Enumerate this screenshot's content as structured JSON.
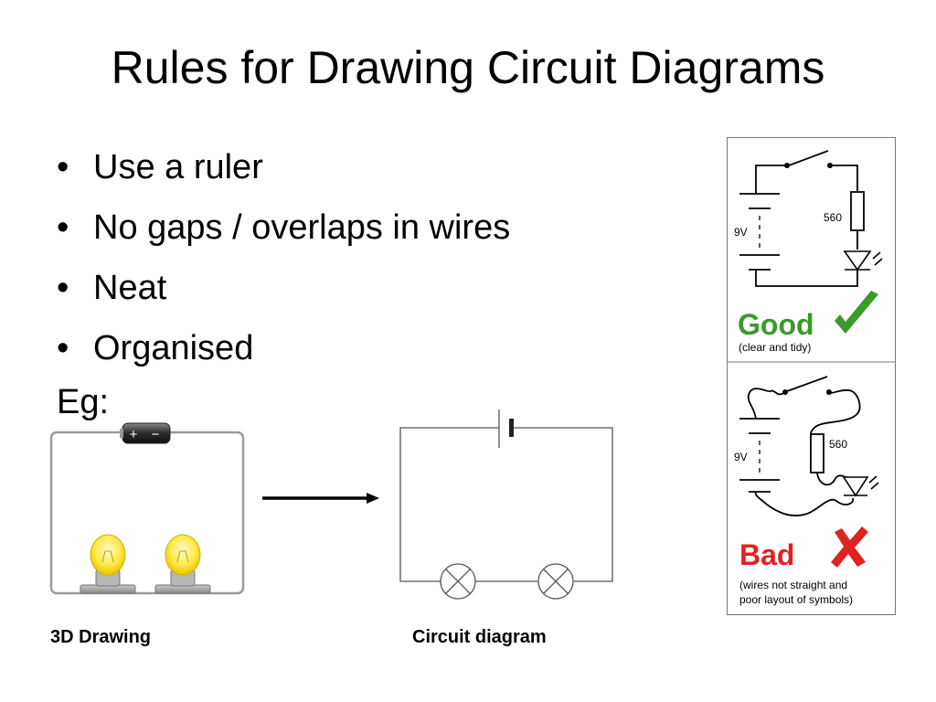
{
  "title": "Rules for Drawing Circuit Diagrams",
  "bullets": [
    "Use a ruler",
    "No gaps / overlaps in wires",
    "Neat",
    "Organised"
  ],
  "bullet_symbol": "•",
  "example_label": "Eg:",
  "captions": {
    "drawing": "3D Drawing",
    "diagram": "Circuit diagram"
  },
  "battery_signs": {
    "plus": "+",
    "minus": "−"
  },
  "good_panel": {
    "voltage": "9V",
    "resistance": "560",
    "verdict": "Good",
    "note": "(clear and tidy)",
    "verdict_color": "#3a9a2a"
  },
  "bad_panel": {
    "voltage": "9V",
    "resistance": "560",
    "verdict": "Bad",
    "note_line1": "(wires not straight and",
    "note_line2": "poor layout of symbols)",
    "verdict_color": "#e02222"
  }
}
